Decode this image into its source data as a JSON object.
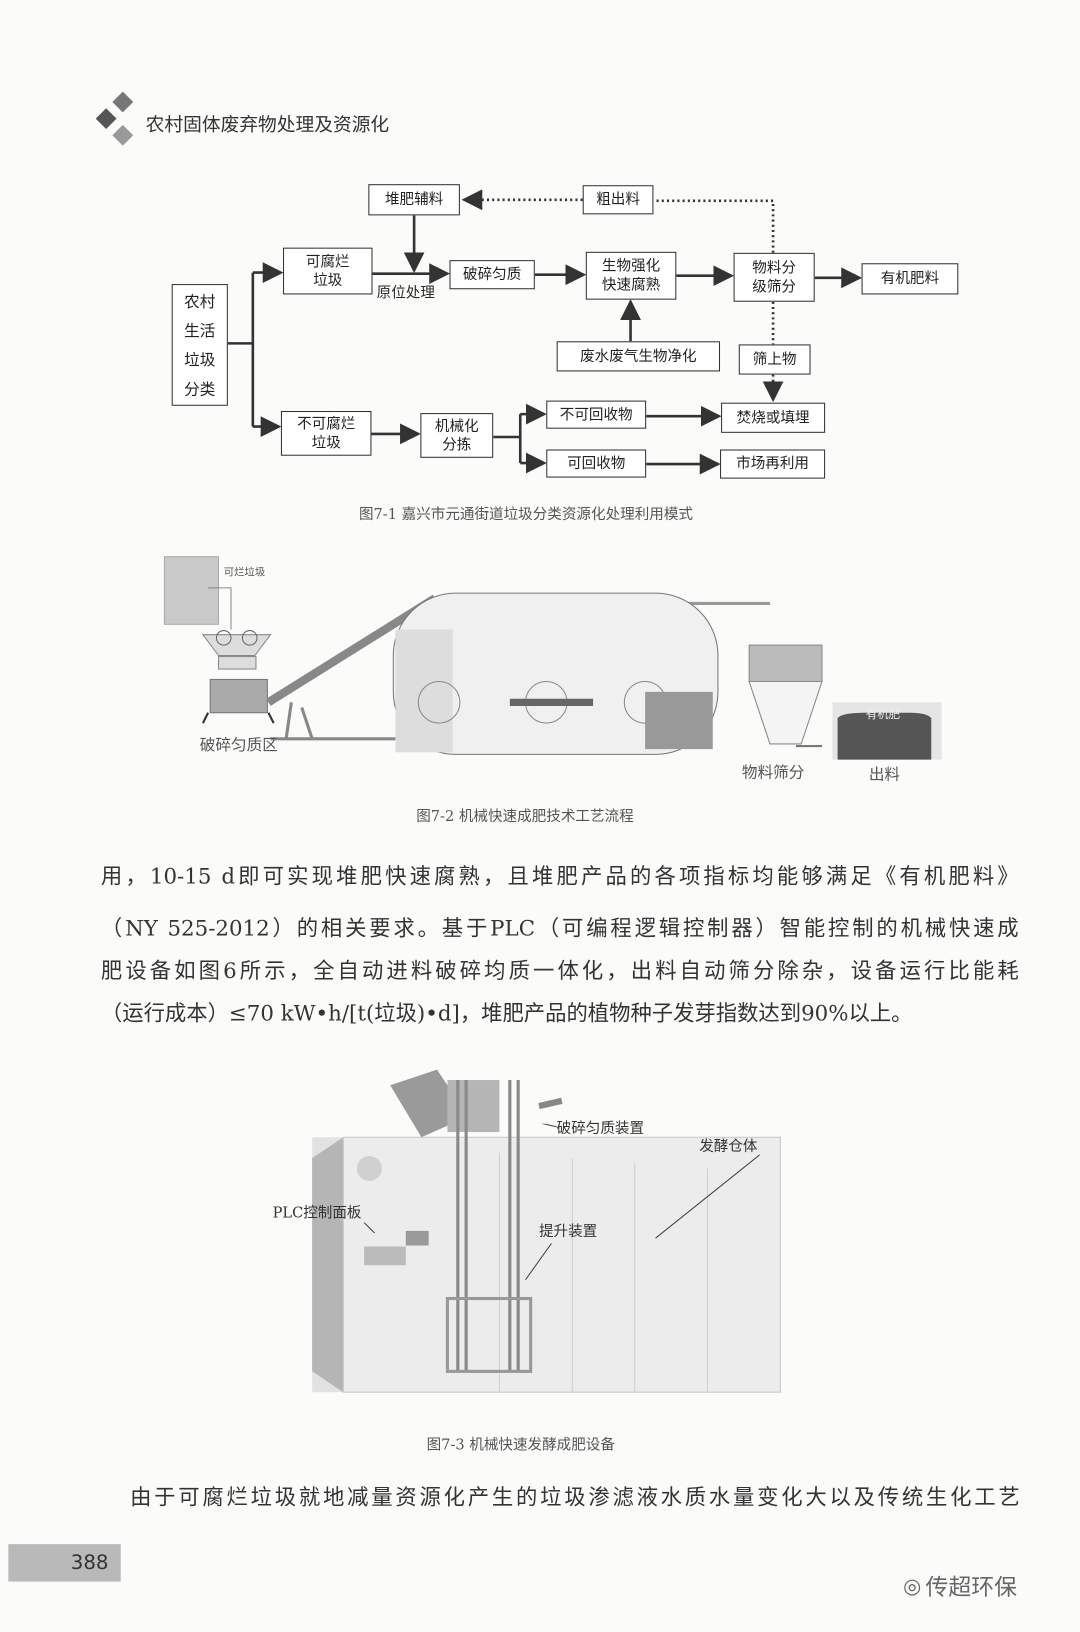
{
  "header": {
    "title": "农村固体废弃物处理及资源化"
  },
  "figure1": {
    "boxes": {
      "compost_aux": "堆肥辅料",
      "coarse_output": "粗出料",
      "degradable": "可腐烂\n垃圾",
      "crush": "破碎匀质",
      "bio": "生物强化\n快速腐熟",
      "screening": "物料分\n级筛分",
      "organic_fertilizer": "有机肥料",
      "rural": "农村\n生活\n垃圾\n分类",
      "purification": "废水废气生物净化",
      "oversize": "筛上物",
      "non_degradable": "不可腐烂\n垃圾",
      "mechanical_sorting": "机械化\n分拣",
      "non_recyclable": "不可回收物",
      "incineration": "焚烧或填埋",
      "recyclable": "可回收物",
      "market_reuse": "市场再利用"
    },
    "in_situ_label": "原位处理",
    "caption": "图7-1 嘉兴市元通街道垃圾分类资源化处理利用模式"
  },
  "figure2": {
    "labels": {
      "degradable_waste": "可烂垃圾",
      "crush_zone": "破碎匀质区",
      "screening": "物料筛分",
      "output": "出料",
      "organic": "有机肥"
    },
    "caption": "图7-2 机械快速成肥技术工艺流程"
  },
  "body_text": {
    "lines": [
      "用，10-15 d即可实现堆肥快速腐熟，且堆肥产品的各项指标均能够满足《有机肥料》",
      "（NY 525-2012）的相关要求。基于PLC（可编程逻辑控制器）智能控制的机械快速成",
      "肥设备如图6所示，全自动进料破碎均质一体化，出料自动筛分除杂，设备运行比能耗",
      "（运行成本）≤70 kW•h/[t(垃圾)•d]，堆肥产品的植物种子发芽指数达到90%以上。"
    ],
    "last_line": "由于可腐烂垃圾就地减量资源化产生的垃圾渗滤液水质水量变化大以及传统生化工艺"
  },
  "figure3": {
    "labels": {
      "crusher": "破碎匀质装置",
      "fermenter": "发酵仓体",
      "plc": "PLC控制面板",
      "lift": "提升装置"
    },
    "caption": "图7-3 机械快速发酵成肥设备"
  },
  "footer": {
    "page_number": "388",
    "watermark": "传超环保"
  }
}
